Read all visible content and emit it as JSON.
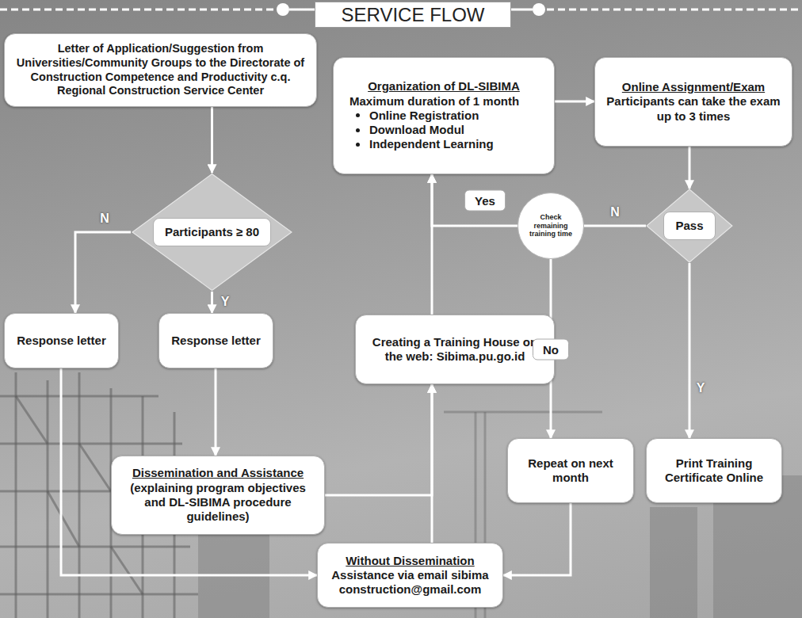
{
  "diagram": {
    "title": "SERVICE FLOW",
    "nodes": [
      {
        "text": [
          "Letter of Application/Suggestion from Universities/Community Groups to the Directorate of Construction Competence and Productivity c.q. Regional Construction Service Center"
        ]
      },
      {
        "text": [
          "Organization of DL-SIBIMA",
          "Maximum duration of 1 month",
          "Online Registration",
          "Download Modul",
          "Independent Learning"
        ]
      },
      {
        "text": [
          "Online Assignment/Exam",
          "Participants can take the exam up to 3 times"
        ]
      },
      {
        "text": [
          "Participants ≥ 80"
        ]
      },
      {
        "text": [
          "Check remaining training time"
        ]
      },
      {
        "text": [
          "Pass"
        ]
      },
      {
        "text": [
          "Response letter"
        ]
      },
      {
        "text": [
          "Response letter"
        ]
      },
      {
        "text": [
          "Creating a Training House on the web: Sibima.pu.go.id"
        ]
      },
      {
        "text": [
          "Repeat on next month"
        ]
      },
      {
        "text": [
          "Print Training Certificate Online"
        ]
      },
      {
        "text": [
          "Dissemination and Assistance",
          "(explaining program objectives and DL-SIBIMA procedure guidelines)"
        ]
      },
      {
        "text": [
          "Without Dissemination",
          "Assistance via email sibima construction@gmail.com"
        ]
      }
    ],
    "edges": [
      {
        "from": 0,
        "to": 3,
        "arrow": "to"
      },
      {
        "from": 3,
        "to": 6,
        "arrow": "to",
        "label": "N"
      },
      {
        "from": 3,
        "to": 7,
        "arrow": "to",
        "label": "Y"
      },
      {
        "from": 6,
        "to": 12,
        "arrow": "to"
      },
      {
        "from": 7,
        "to": 11,
        "arrow": "to"
      },
      {
        "from": 11,
        "to": 8,
        "arrow": "to"
      },
      {
        "from": 12,
        "to": 8,
        "arrow": "to"
      },
      {
        "from": 8,
        "to": 1,
        "arrow": "to"
      },
      {
        "from": 1,
        "to": 2,
        "arrow": "to"
      },
      {
        "from": 2,
        "to": 5,
        "arrow": "to"
      },
      {
        "from": 5,
        "to": 4,
        "arrow": "none",
        "label": "N"
      },
      {
        "from": 4,
        "to": 1,
        "arrow": "to",
        "label": "Yes"
      },
      {
        "from": 4,
        "to": 9,
        "arrow": "to",
        "label": "No"
      },
      {
        "from": 5,
        "to": 10,
        "arrow": "to",
        "label": "Y"
      },
      {
        "from": 9,
        "to": 12,
        "arrow": "to"
      }
    ]
  }
}
